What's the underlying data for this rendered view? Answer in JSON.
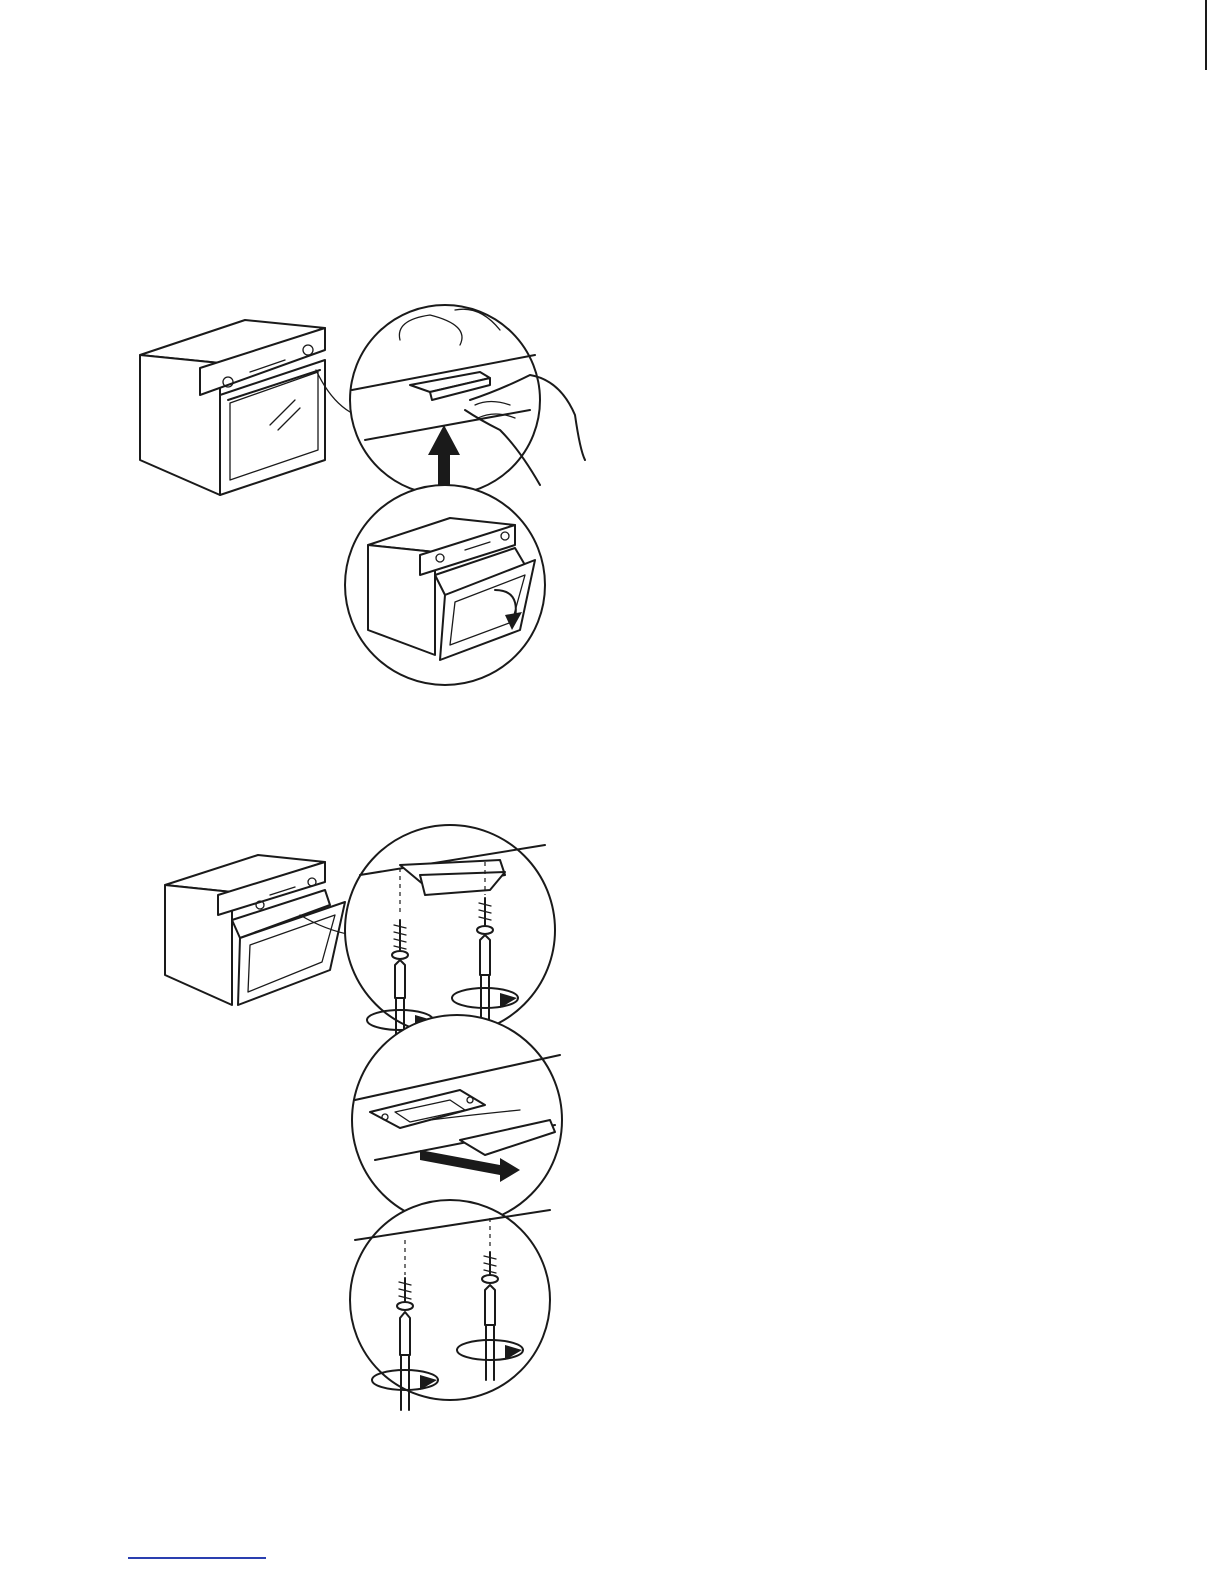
{
  "page": {
    "figures": [
      {
        "id": "door-lock-unlock",
        "icons": [
          "oven-icon",
          "door-lock-detail",
          "upward-arrow-icon",
          "door-opening-icon"
        ]
      },
      {
        "id": "door-lock-removal",
        "icons": [
          "oven-open-door-icon",
          "screw-removal-icon",
          "lock-slide-out-icon",
          "screw-removal-icon"
        ]
      }
    ],
    "colors": {
      "line": "#1a1a1a",
      "accent": "#2a3fb0",
      "background": "#ffffff"
    }
  }
}
